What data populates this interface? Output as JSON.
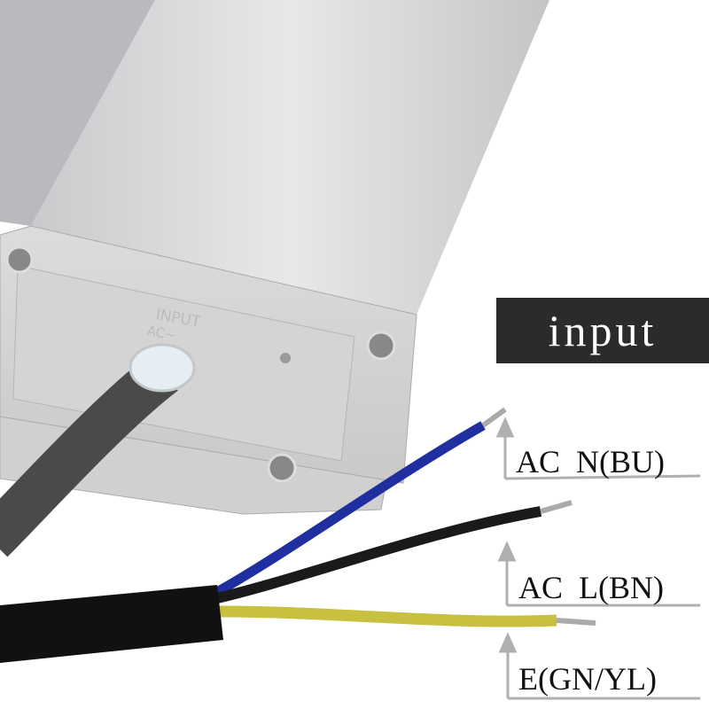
{
  "badge": {
    "text": "input"
  },
  "labels": [
    {
      "text": "AC  N(BU)",
      "wire_color": "#1f2fa0"
    },
    {
      "text": "AC  L(BN)",
      "wire_color": "#1a1a1a"
    },
    {
      "text": "E(GN/YL)",
      "wire_color": "#c8c040"
    }
  ],
  "embossed": {
    "line1": "INPUT",
    "line2": "AC~"
  },
  "colors": {
    "housing": "#d9d9db",
    "cable": "#4a4a4a",
    "jacket": "#111111",
    "badge_bg": "#2b2b2b",
    "leader": "#b0b0b0"
  }
}
